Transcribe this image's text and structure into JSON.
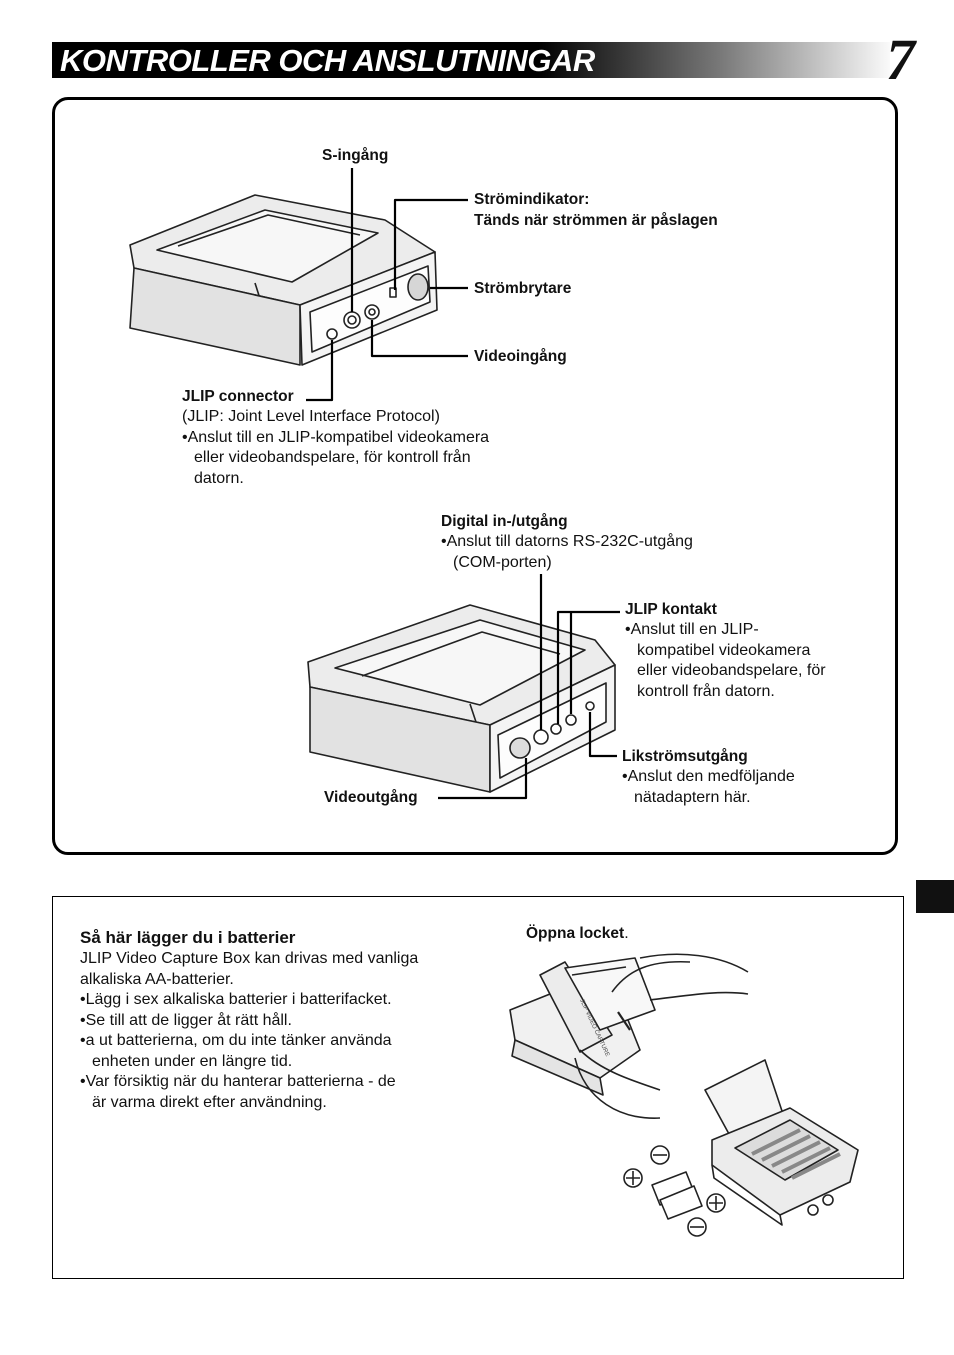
{
  "header": {
    "title": "KONTROLLER OCH ANSLUTNINGAR",
    "page_number": "7"
  },
  "top_diagram": {
    "s_input": {
      "label": "S-ingång"
    },
    "power_indicator": {
      "label": "Strömindikator:",
      "description": "Tänds när strömmen är påslagen"
    },
    "power_switch": {
      "label": "Strömbrytare"
    },
    "video_input": {
      "label": "Videoingång"
    },
    "jlip_connector": {
      "label": "JLIP connector",
      "subtitle": "(JLIP: Joint Level Interface Protocol)",
      "bullet": "•Anslut till en JLIP-kompatibel videokamera",
      "bullet_cont_1": "eller videobandspelare, för kontroll från",
      "bullet_cont_2": "datorn."
    }
  },
  "bottom_diagram": {
    "digital_io": {
      "label": "Digital in-/utgång",
      "bullet": "•Anslut till datorns RS-232C-utgång",
      "bullet_cont": "(COM-porten)"
    },
    "jlip_contact": {
      "label": "JLIP kontakt",
      "bullet": "•Anslut till en JLIP-",
      "cont_1": "kompatibel videokamera",
      "cont_2": "eller videobandspelare, för",
      "cont_3": "kontroll från datorn."
    },
    "dc_output": {
      "label": "Likströmsutgång",
      "bullet": "•Anslut den medföljande",
      "bullet_cont": "nätadaptern här."
    },
    "video_output": {
      "label": "Videoutgång"
    }
  },
  "battery_section": {
    "title": "Så här lägger du i batterier",
    "intro_1": "JLIP Video Capture Box kan drivas med vanliga",
    "intro_2": "alkaliska AA-batterier.",
    "bullets": [
      "•Lägg i sex alkaliska batterier i batterifacket.",
      "•Se till att de ligger åt rätt håll.",
      "•a ut batterierna, om du inte tänker använda",
      "•Var försiktig när du hanterar batterierna - de"
    ],
    "bullet_3_cont": "enheten under en längre tid.",
    "bullet_4_cont": "är varma direkt efter användning.",
    "open_lid_label": "Öppna locket",
    "open_lid_period": ".",
    "lid_text": "JLIP VIDEO CAPTURE"
  }
}
